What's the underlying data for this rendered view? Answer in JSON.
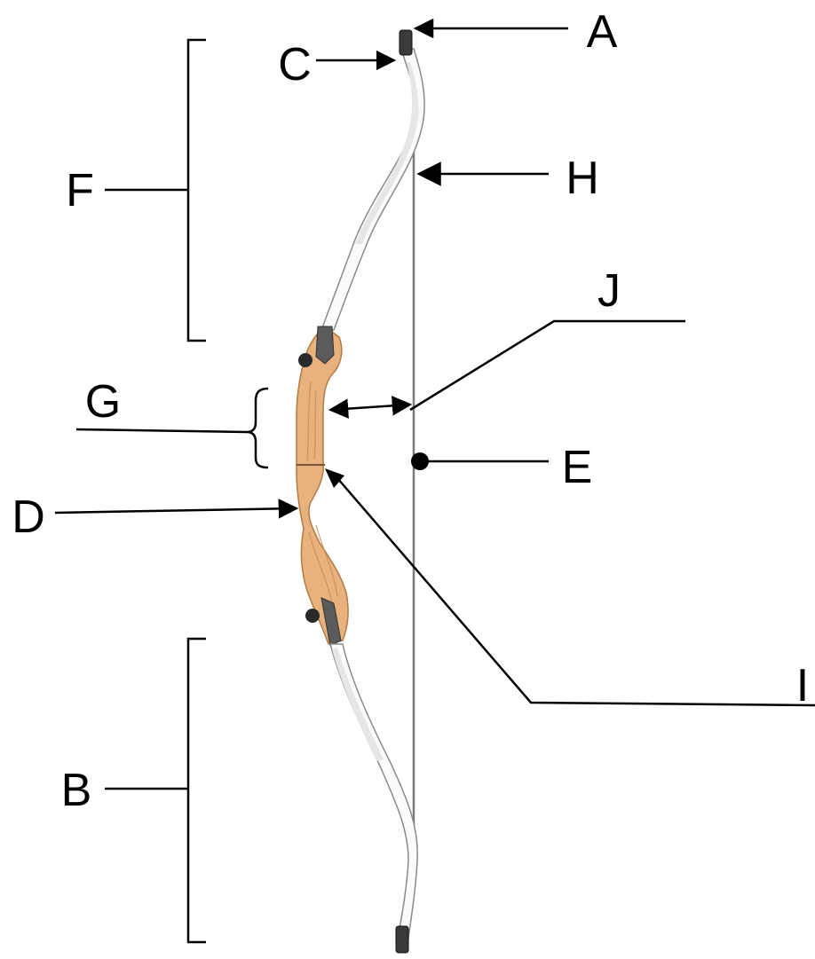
{
  "labels": {
    "A": "A",
    "B": "B",
    "C": "C",
    "D": "D",
    "E": "E",
    "F": "F",
    "G": "G",
    "H": "H",
    "I": "I",
    "J": "J"
  },
  "colors": {
    "riser": "#e7b27e",
    "limb": "#fbfbfb",
    "string": "#7a7a7a",
    "ink": "#000000"
  }
}
